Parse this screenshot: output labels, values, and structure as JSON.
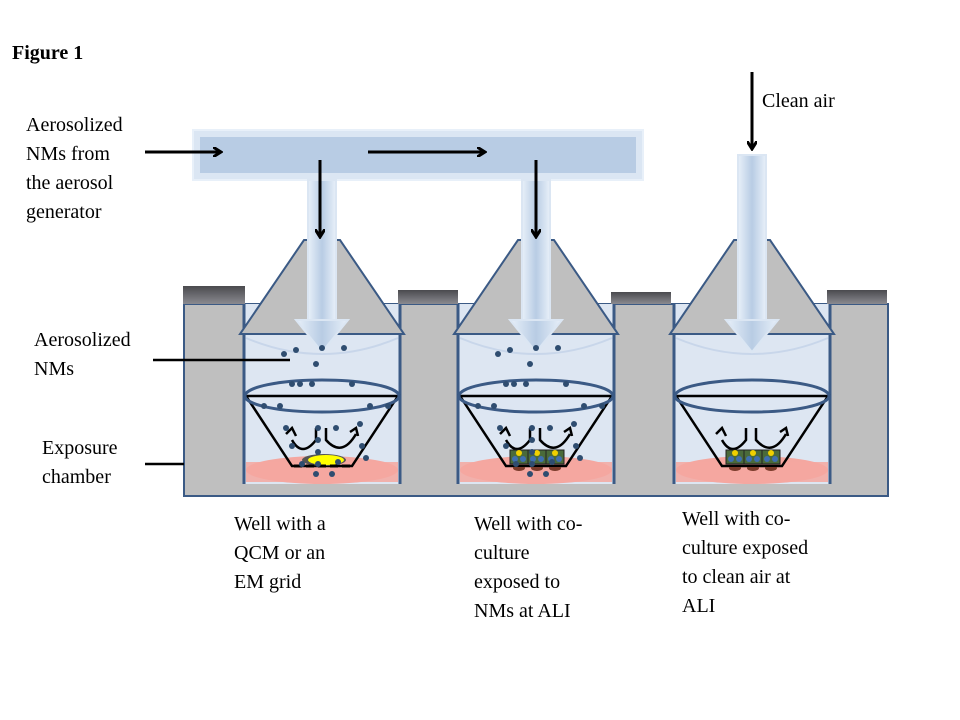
{
  "figure": {
    "title": "Figure 1",
    "labels": {
      "aerosol_source": "Aerosolized\nNMs from\nthe aerosol\ngenerator",
      "clean_air": "Clean air",
      "aerosolized_nms": "Aerosolized\nNMs",
      "exposure_chamber": "Exposure\nchamber"
    },
    "wells": [
      {
        "id": "qcm",
        "caption": "Well with a\nQCM or an\nEM grid",
        "content": "QCM or EM grid",
        "particles": true
      },
      {
        "id": "coculture-nm",
        "caption": "Well with co-\nculture\nexposed to\nNMs at ALI",
        "content": "co-culture",
        "particles": true
      },
      {
        "id": "coculture-clean",
        "caption": "Well with co-\nculture exposed\nto clean air at\nALI",
        "content": "co-culture",
        "particles": false
      }
    ],
    "colors": {
      "chamber_fill": "#bfbfbf",
      "chamber_stroke": "#3b5a85",
      "cap": "#6f6f73",
      "duct": "#b8cce4",
      "duct_edge": "#dbe6f3",
      "well_fill": "#dde6f2",
      "medium": "#f4a7a0",
      "particle": "#2f4d70",
      "qcm": "#ffff00"
    }
  }
}
